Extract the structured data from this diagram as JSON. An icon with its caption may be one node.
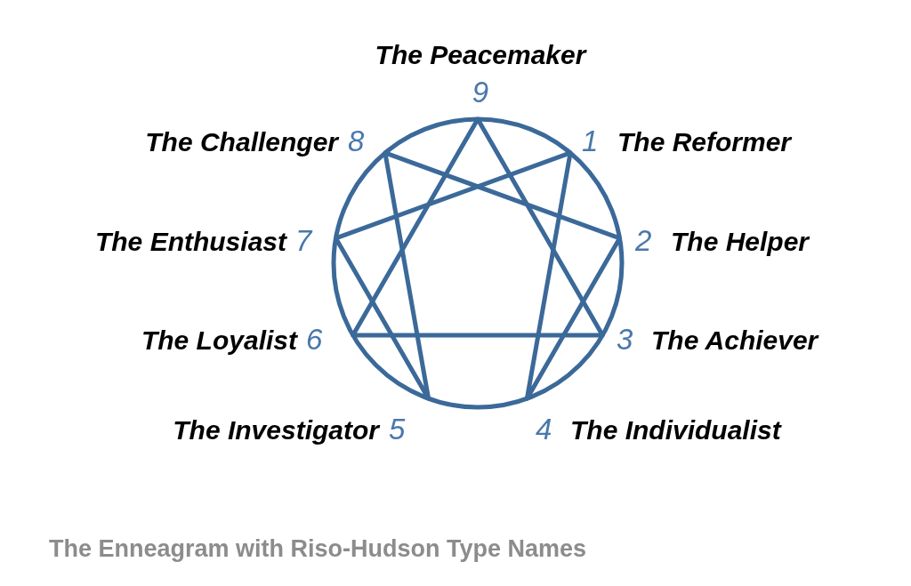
{
  "diagram": {
    "caption": "The Enneagram with Riso-Hudson Type Names",
    "labels": [
      "The Peacemaker",
      "9",
      "The Challenger",
      "8",
      "1",
      "The Reformer",
      "The Enthusiast",
      "7",
      "2",
      "The Helper",
      "The Loyalist",
      "6",
      "3",
      "The Achiever",
      "The Investigator",
      "5",
      "4",
      "The Individualist"
    ]
  }
}
